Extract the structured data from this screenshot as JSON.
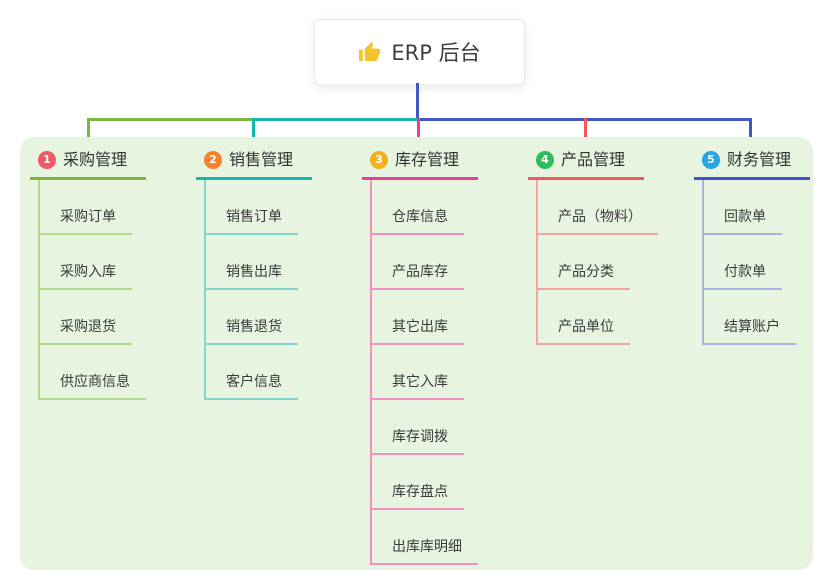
{
  "root": {
    "label": "ERP 后台",
    "icon": "thumbs-up-icon",
    "icon_color": "#f3c330",
    "connector_color": "#4356c9"
  },
  "panel": {
    "background": "#e6f4e0"
  },
  "bus": {
    "segment_colors": [
      "#7db541",
      "#12b7ad",
      "#4356c9"
    ]
  },
  "branches": [
    {
      "num": "1",
      "label": "采购管理",
      "badge_color": "#f25866",
      "line_color": "#7db541",
      "child_line_color": "#b3d98a",
      "children": [
        "采购订单",
        "采购入库",
        "采购退货",
        "供应商信息"
      ]
    },
    {
      "num": "2",
      "label": "销售管理",
      "badge_color": "#f7822d",
      "line_color": "#12b7ad",
      "child_line_color": "#83d4cb",
      "children": [
        "销售订单",
        "销售出库",
        "销售退货",
        "客户信息"
      ]
    },
    {
      "num": "3",
      "label": "库存管理",
      "badge_color": "#f6b01e",
      "line_color": "#ea3c9a",
      "child_line_color": "#f490c2",
      "children": [
        "仓库信息",
        "产品库存",
        "其它出库",
        "其它入库",
        "库存调拨",
        "库存盘点",
        "出库库明细"
      ]
    },
    {
      "num": "4",
      "label": "产品管理",
      "badge_color": "#2ebd5b",
      "line_color": "#f1575d",
      "child_line_color": "#f7a3a1",
      "children": [
        "产品（物料）",
        "产品分类",
        "产品单位"
      ]
    },
    {
      "num": "5",
      "label": "财务管理",
      "badge_color": "#27a5e2",
      "line_color": "#4356c9",
      "child_line_color": "#a7b4e4",
      "children": [
        "回款单",
        "付款单",
        "结算账户"
      ]
    }
  ]
}
